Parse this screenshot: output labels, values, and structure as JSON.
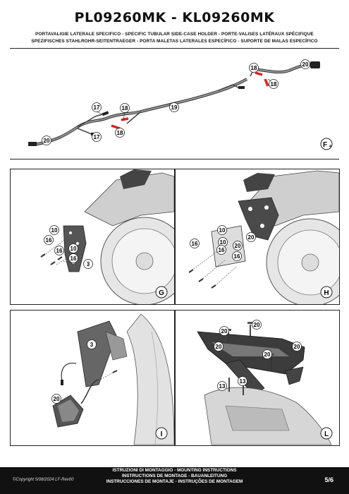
{
  "header": {
    "title": "PL09260MK - KL09260MK",
    "subtitle_line1": "PORTAVALIGIE LATERALE SPECIFICO  -  SPECIFIC TUBULAR SIDE-CASE HOLDER  -  PORTE-VALISES LATÉRAUX SPÉCIFIQUE",
    "subtitle_line2": "SPEZIFISCHES STAHLROHR-SEITENTRAEGER - PORTA MALETAS LATERALES ESPECÍFICO - SUPORTE DE MALAS ESPECÍFICO"
  },
  "panels": {
    "F": {
      "tag": "F",
      "tag_sub": "4",
      "callouts": [
        "20",
        "18",
        "18",
        "17",
        "18",
        "18",
        "19",
        "17",
        "20"
      ]
    },
    "G": {
      "tag": "G",
      "callouts": [
        "10",
        "16",
        "10",
        "16",
        "16",
        "3"
      ]
    },
    "H": {
      "tag": "H",
      "callouts": [
        "10",
        "16",
        "10",
        "16",
        "20",
        "16",
        "20"
      ]
    },
    "I": {
      "tag": "I",
      "callouts": [
        "3",
        "20"
      ]
    },
    "L": {
      "tag": "L",
      "callouts": [
        "20",
        "20",
        "20",
        "20",
        "20",
        "13",
        "13"
      ]
    }
  },
  "footer": {
    "copyright": "©Copyright 5/08/2024 LF-Rev00",
    "instructions": [
      "ISTRUZIONI DI MONTAGGIO  -  MOUNTING INSTRUCTIONS",
      "INSTRUCTIONS DE MONTAGE - BAUANLEITUNG",
      "INSTRUCCIONES DE MONTAJE - INSTRUÇÕES DE MONTAGEM"
    ],
    "page": "5/6"
  }
}
